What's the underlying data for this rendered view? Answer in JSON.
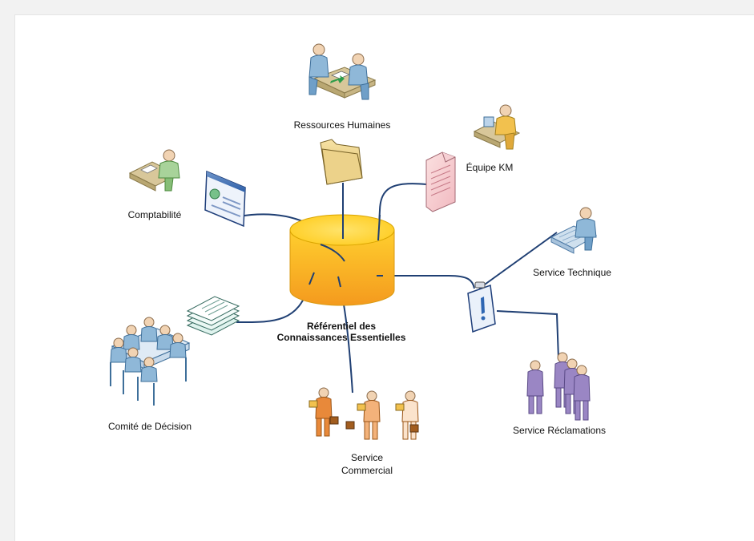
{
  "diagram": {
    "center": {
      "line1": "Référentiel des",
      "line2": "Connaissances Essentielles"
    },
    "nodes": {
      "rh": "Ressources Humaines",
      "km": "Équipe KM",
      "compta": "Comptabilité",
      "tech": "Service Technique",
      "reclam": "Service Réclamations",
      "comite": "Comité de Décision",
      "commercial_line1": "Service",
      "commercial_line2": "Commercial"
    },
    "colors": {
      "connector": "#1f3f73",
      "cylinder_top": "#ffd633",
      "cylinder_body": "#f5a623",
      "cylinder_outline": "#d9a400",
      "person_blue": "#8fb8d8",
      "person_skin": "#f1d3b3",
      "person_orange": "#e8893a",
      "person_purple": "#9a86c4",
      "desk": "#d8c79a"
    },
    "icons": [
      "folder-icon",
      "document-icon",
      "web-page-icon",
      "stacked-papers-icon",
      "clipboard-icon",
      "database-cylinder-icon"
    ]
  }
}
